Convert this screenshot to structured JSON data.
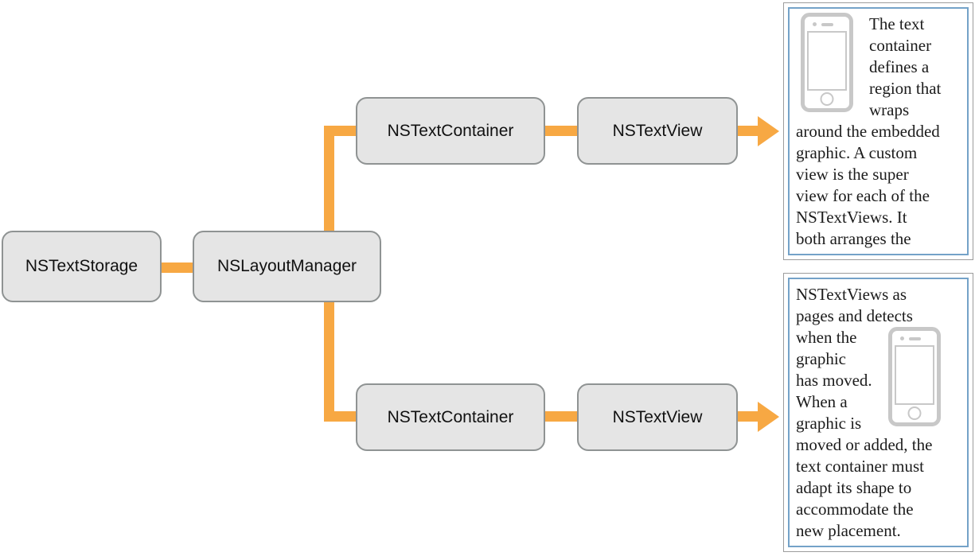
{
  "colors": {
    "connector": "#F7A843",
    "box_fill": "#E5E5E5",
    "box_border": "#8F9393",
    "panel_border": "#9C9C9C",
    "panel_inner_border": "#74A2C8",
    "phone": "#C8C8C8",
    "text": "#1C1C1C",
    "label": "#111111"
  },
  "icons": {
    "top_panel": "iphone-icon",
    "bottom_panel": "iphone-icon"
  },
  "diagram": {
    "boxes": [
      {
        "label": "NSTextStorage"
      },
      {
        "label": "NSLayoutManager"
      },
      {
        "label": "NSTextContainer"
      },
      {
        "label": "NSTextView"
      },
      {
        "label": "NSTextContainer"
      },
      {
        "label": "NSTextView"
      }
    ]
  },
  "panels": {
    "top": {
      "lines": [
        {
          "t": "The text",
          "indent": true
        },
        {
          "t": "container",
          "indent": true
        },
        {
          "t": "defines a",
          "indent": true
        },
        {
          "t": "region that",
          "indent": true
        },
        {
          "t": "wraps",
          "indent": true
        },
        {
          "t": "around the embedded"
        },
        {
          "t": "graphic. A custom"
        },
        {
          "t": "view is the super"
        },
        {
          "t": "view for each of the"
        },
        {
          "t": "NSTextViews. It"
        },
        {
          "t": "both arranges the"
        }
      ]
    },
    "bottom": {
      "lines": [
        {
          "t": "NSTextViews as"
        },
        {
          "t": "pages and detects"
        },
        {
          "t": "when the"
        },
        {
          "t": "graphic"
        },
        {
          "t": "has moved."
        },
        {
          "t": "When a"
        },
        {
          "t": "graphic is"
        },
        {
          "t": "moved or added, the"
        },
        {
          "t": "text container must"
        },
        {
          "t": "adapt its shape to"
        },
        {
          "t": "accommodate the"
        },
        {
          "t": "new placement."
        }
      ]
    }
  }
}
